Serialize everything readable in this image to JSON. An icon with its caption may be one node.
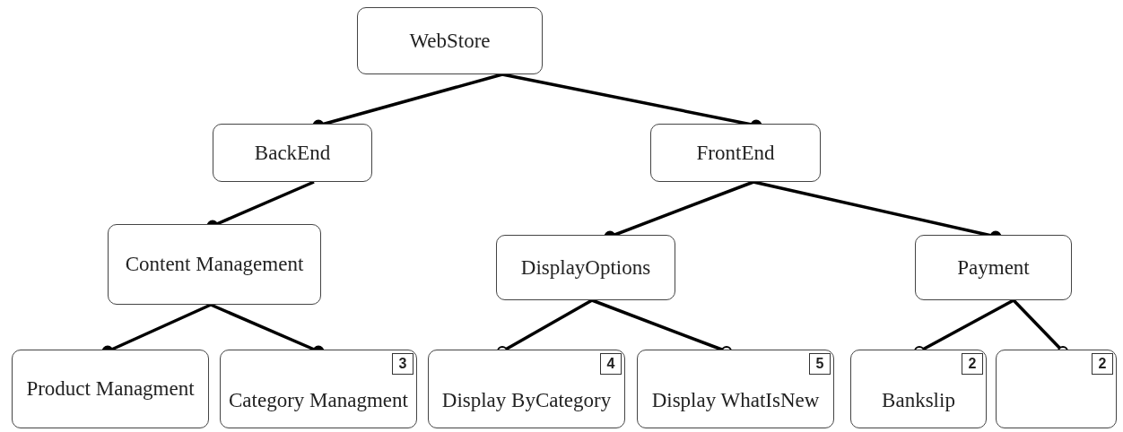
{
  "diagram": {
    "nodes": [
      {
        "text": [
          "WebStore"
        ]
      },
      {
        "text": [
          "BackEnd"
        ]
      },
      {
        "text": [
          "FrontEnd"
        ]
      },
      {
        "text": [
          "Content Management"
        ]
      },
      {
        "text": [
          "DisplayOptions"
        ]
      },
      {
        "text": [
          "Payment"
        ]
      },
      {
        "text": [
          "Product Managment"
        ]
      },
      {
        "text": [
          "3",
          "Category Managment"
        ]
      },
      {
        "text": [
          "4",
          "Display ByCategory"
        ]
      },
      {
        "text": [
          "5",
          "Display WhatIsNew"
        ]
      },
      {
        "text": [
          "2",
          "Bankslip"
        ]
      },
      {
        "text": [
          "2"
        ]
      }
    ],
    "edges": [
      {
        "from": 0,
        "to": 1,
        "arrow": "other"
      },
      {
        "from": 0,
        "to": 2,
        "arrow": "other"
      },
      {
        "from": 1,
        "to": 3,
        "arrow": "other"
      },
      {
        "from": 2,
        "to": 4,
        "arrow": "other"
      },
      {
        "from": 2,
        "to": 5,
        "arrow": "other"
      },
      {
        "from": 3,
        "to": 6,
        "arrow": "other"
      },
      {
        "from": 3,
        "to": 7,
        "arrow": "other"
      },
      {
        "from": 4,
        "to": 8,
        "arrow": "other"
      },
      {
        "from": 4,
        "to": 9,
        "arrow": "other"
      },
      {
        "from": 5,
        "to": 10,
        "arrow": "other"
      },
      {
        "from": 5,
        "to": 11,
        "arrow": "other"
      }
    ]
  }
}
